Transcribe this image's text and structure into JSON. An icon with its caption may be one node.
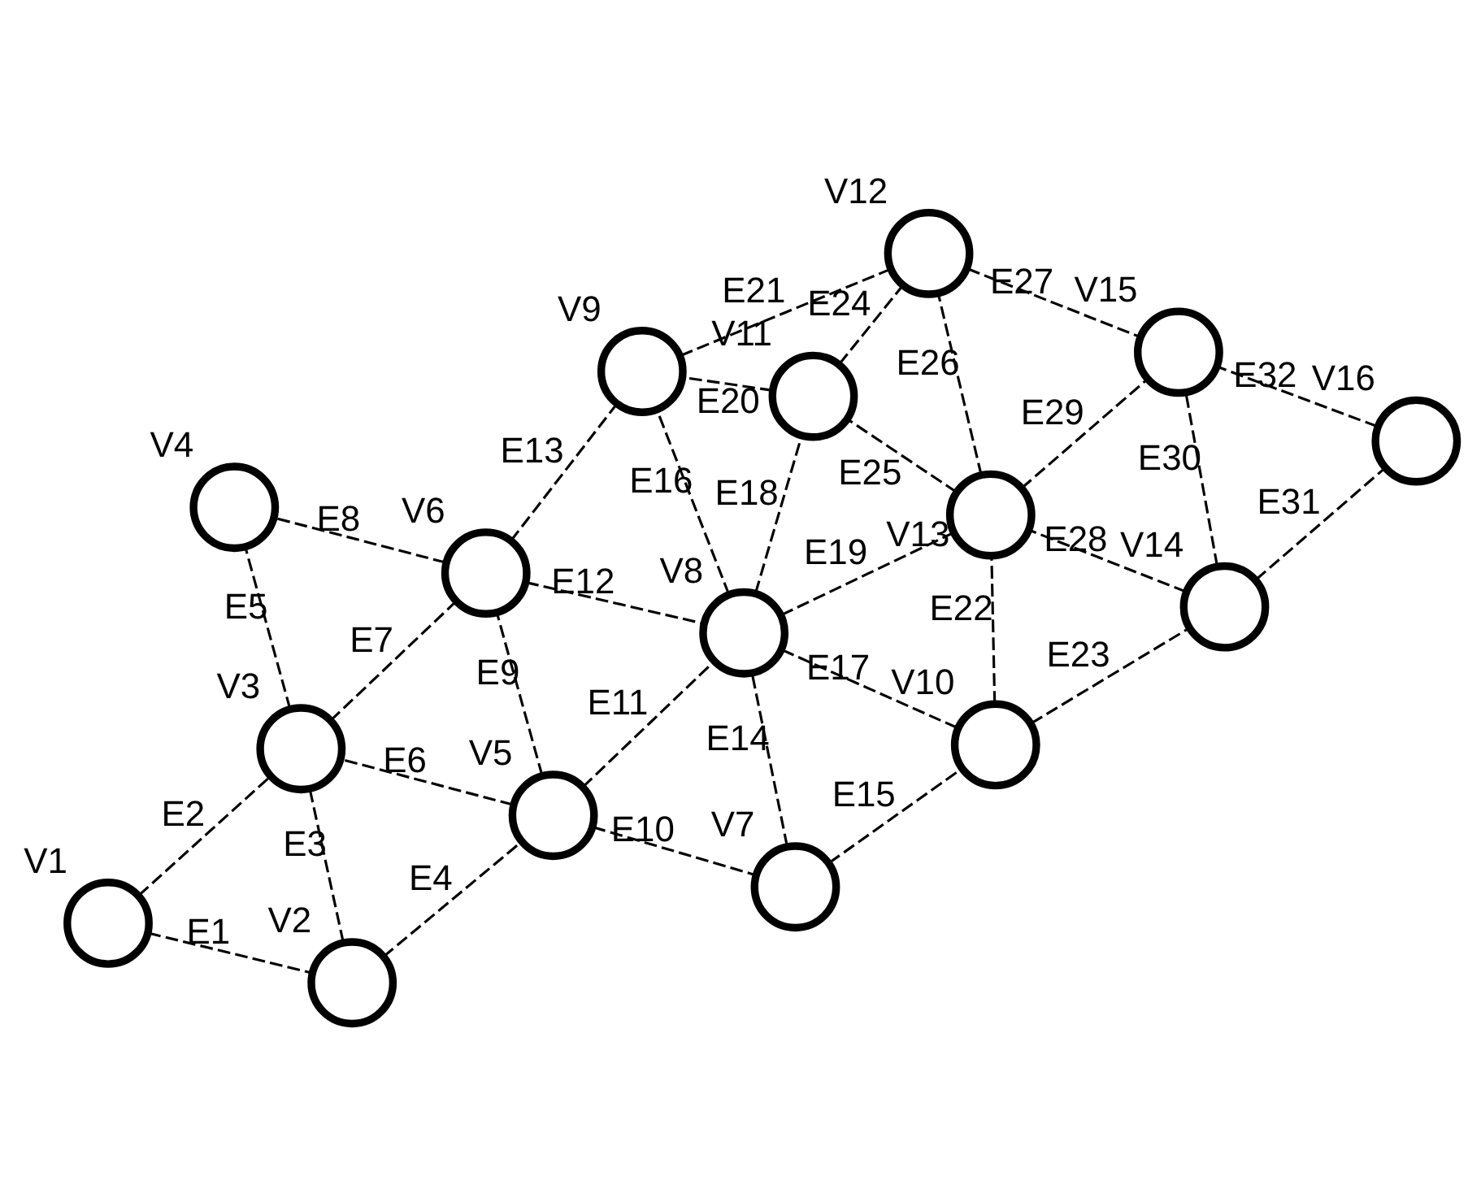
{
  "diagram": {
    "nodes": [
      {
        "text": [],
        "shape": "circle",
        "beside": [
          "V1"
        ]
      },
      {
        "text": [],
        "shape": "circle",
        "beside": [
          "V2"
        ]
      },
      {
        "text": [],
        "shape": "circle",
        "beside": [
          "V3"
        ]
      },
      {
        "text": [],
        "shape": "circle",
        "beside": [
          "V4"
        ]
      },
      {
        "text": [],
        "shape": "circle",
        "beside": [
          "V5"
        ]
      },
      {
        "text": [],
        "shape": "circle",
        "beside": [
          "V6"
        ]
      },
      {
        "text": [],
        "shape": "circle",
        "beside": [
          "V7"
        ]
      },
      {
        "text": [],
        "shape": "circle",
        "beside": [
          "V8"
        ]
      },
      {
        "text": [],
        "shape": "circle",
        "beside": [
          "V9"
        ]
      },
      {
        "text": [],
        "shape": "circle",
        "beside": [
          "V10"
        ]
      },
      {
        "text": [],
        "shape": "circle",
        "beside": [
          "V11"
        ]
      },
      {
        "text": [],
        "shape": "circle",
        "beside": [
          "V12"
        ]
      },
      {
        "text": [],
        "shape": "circle",
        "beside": [
          "V13"
        ]
      },
      {
        "text": [],
        "shape": "circle",
        "beside": [
          "V14"
        ]
      },
      {
        "text": [],
        "shape": "circle",
        "beside": [
          "V15"
        ]
      },
      {
        "text": [],
        "shape": "circle",
        "beside": [
          "V16"
        ]
      }
    ],
    "edges": [
      {
        "from": 0,
        "to": 1,
        "arrow": "none",
        "label": "E1",
        "style": "dashed"
      },
      {
        "from": 0,
        "to": 2,
        "arrow": "none",
        "label": "E2",
        "style": "dashed"
      },
      {
        "from": 1,
        "to": 2,
        "arrow": "none",
        "label": "E3",
        "style": "dashed"
      },
      {
        "from": 1,
        "to": 4,
        "arrow": "none",
        "label": "E4",
        "style": "dashed"
      },
      {
        "from": 2,
        "to": 3,
        "arrow": "none",
        "label": "E5",
        "style": "dashed"
      },
      {
        "from": 4,
        "to": 2,
        "arrow": "none",
        "label": "E6",
        "style": "dashed"
      },
      {
        "from": 2,
        "to": 5,
        "arrow": "none",
        "label": "E7",
        "style": "dashed"
      },
      {
        "from": 5,
        "to": 3,
        "arrow": "none",
        "label": "E8",
        "style": "dashed"
      },
      {
        "from": 4,
        "to": 5,
        "arrow": "none",
        "label": "E9",
        "style": "dashed"
      },
      {
        "from": 4,
        "to": 6,
        "arrow": "none",
        "label": "E10",
        "style": "dashed"
      },
      {
        "from": 4,
        "to": 7,
        "arrow": "none",
        "label": "E11",
        "style": "dashed"
      },
      {
        "from": 5,
        "to": 7,
        "arrow": "none",
        "label": "E12",
        "style": "dashed"
      },
      {
        "from": 5,
        "to": 8,
        "arrow": "none",
        "label": "E13",
        "style": "dashed"
      },
      {
        "from": 6,
        "to": 7,
        "arrow": "none",
        "label": "E14",
        "style": "dashed"
      },
      {
        "from": 6,
        "to": 9,
        "arrow": "none",
        "label": "E15",
        "style": "dashed"
      },
      {
        "from": 7,
        "to": 8,
        "arrow": "none",
        "label": "E16",
        "style": "dashed"
      },
      {
        "from": 7,
        "to": 9,
        "arrow": "none",
        "label": "E17",
        "style": "dashed"
      },
      {
        "from": 7,
        "to": 10,
        "arrow": "none",
        "label": "E18",
        "style": "dashed"
      },
      {
        "from": 7,
        "to": 12,
        "arrow": "none",
        "label": "E19",
        "style": "dashed"
      },
      {
        "from": 10,
        "to": 8,
        "arrow": "none",
        "label": "E20",
        "style": "dashed"
      },
      {
        "from": 8,
        "to": 11,
        "arrow": "none",
        "label": "E21",
        "style": "dashed"
      },
      {
        "from": 9,
        "to": 12,
        "arrow": "none",
        "label": "E22",
        "style": "dashed"
      },
      {
        "from": 9,
        "to": 13,
        "arrow": "none",
        "label": "E23",
        "style": "dashed"
      },
      {
        "from": 10,
        "to": 11,
        "arrow": "none",
        "label": "E24",
        "style": "dashed"
      },
      {
        "from": 12,
        "to": 10,
        "arrow": "none",
        "label": "E25",
        "style": "dashed"
      },
      {
        "from": 12,
        "to": 11,
        "arrow": "none",
        "label": "E26",
        "style": "dashed"
      },
      {
        "from": 11,
        "to": 14,
        "arrow": "none",
        "label": "E27",
        "style": "dashed"
      },
      {
        "from": 13,
        "to": 12,
        "arrow": "none",
        "label": "E28",
        "style": "dashed"
      },
      {
        "from": 12,
        "to": 14,
        "arrow": "none",
        "label": "E29",
        "style": "dashed"
      },
      {
        "from": 13,
        "to": 14,
        "arrow": "none",
        "label": "E30",
        "style": "dashed"
      },
      {
        "from": 13,
        "to": 15,
        "arrow": "none",
        "label": "E31",
        "style": "dashed"
      },
      {
        "from": 15,
        "to": 14,
        "arrow": "none",
        "label": "E32",
        "style": "dashed"
      }
    ]
  }
}
